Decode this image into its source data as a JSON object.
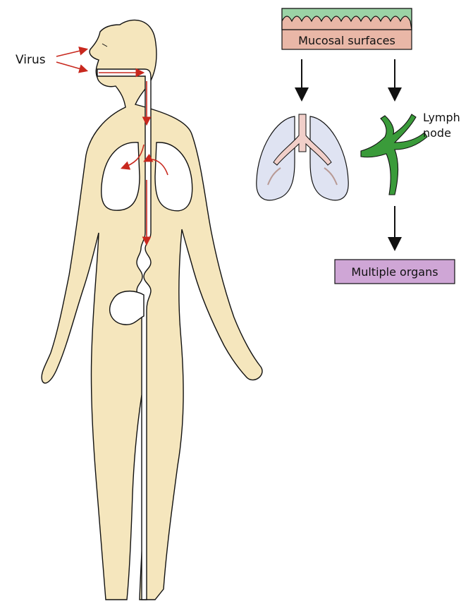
{
  "labels": {
    "virus": "Virus",
    "mucosal_surfaces": "Mucosal surfaces",
    "lymph_node_line1": "Lymph",
    "lymph_node_line2": "node",
    "multiple_organs": "Multiple organs"
  },
  "colors": {
    "body_fill": "#f5e6bd",
    "outline": "#111111",
    "virus_arrow": "#c8281e",
    "mucosa_top": "#9bd3a6",
    "mucosa_label_box": "#e9b7a7",
    "organs_box": "#cfa6d6",
    "lymph_node": "#3a9b3a",
    "lung_fill": "#dfe3f2",
    "trachea_fill": "#f1cfc9"
  }
}
